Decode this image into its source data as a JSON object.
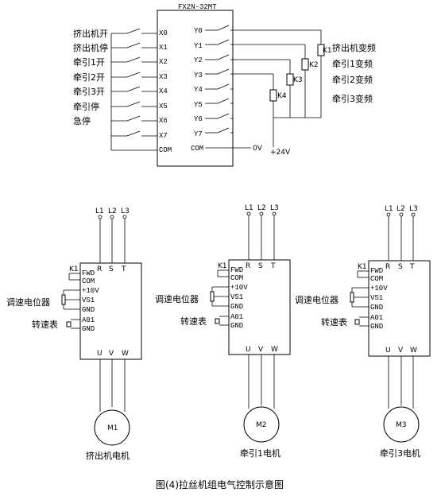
{
  "plc": {
    "model": "FX2N-32MT",
    "inputs": [
      "X0",
      "X1",
      "X2",
      "X3",
      "X4",
      "X5",
      "X6",
      "X7"
    ],
    "input_com": "COM",
    "outputs": [
      "Y0",
      "Y1",
      "Y2",
      "Y3",
      "Y4",
      "Y5",
      "Y6",
      "Y7"
    ],
    "output_com": "COM",
    "input_labels": [
      "挤出机开",
      "挤出机停",
      "牵引1开",
      "牵引2开",
      "牵引3开",
      "牵引停",
      "急停"
    ],
    "relays": [
      "K1",
      "K2",
      "K3",
      "K4"
    ],
    "relay_labels": [
      "挤出机变频",
      "牵引1变频",
      "牵引2变频",
      "牵引3变频"
    ],
    "ov": "0V",
    "v24": "+24V"
  },
  "drive": {
    "supply": [
      "L1",
      "L2",
      "L3"
    ],
    "input_terms": [
      "R",
      "S",
      "T"
    ],
    "output_terms": [
      "U",
      "V",
      "W"
    ],
    "k1": "K1",
    "terms": [
      "FWD",
      "COM",
      "+10V",
      "VS1",
      "GND",
      "A01",
      "GND"
    ],
    "pot_label": "调速电位器",
    "meter_label": "转速表"
  },
  "motors": [
    {
      "id": "M1",
      "label": "挤出机电机"
    },
    {
      "id": "M2",
      "label": "牵引1电机"
    },
    {
      "id": "M3",
      "label": "牵引3电机"
    }
  ],
  "caption": "图(4)拉丝机组电气控制示意图"
}
